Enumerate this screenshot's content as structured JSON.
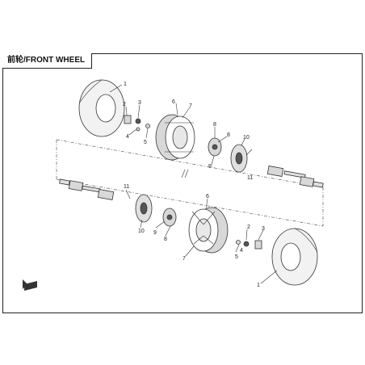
{
  "title": "前轮/FRONT WHEEL",
  "callouts": {
    "upper_tire": "1",
    "upper_nut": "2",
    "upper_hub_nut": "3",
    "upper_washer": "4",
    "upper_cotter": "5",
    "upper_valve": "6",
    "upper_rim": "7",
    "upper_stud": "8",
    "upper_hub": "9",
    "upper_disc": "10",
    "upper_bolt": "11",
    "lower_bolt": "11",
    "lower_disc": "10",
    "lower_hub": "9",
    "lower_stud": "8",
    "lower_valve": "6",
    "lower_rim": "7",
    "lower_hub_nut": "3",
    "lower_nut": "2",
    "lower_washer": "4",
    "lower_cotter": "5",
    "lower_tire": "1"
  },
  "colors": {
    "line": "#333333",
    "tire_fill": "#f2f2f2",
    "metal_fill": "#d8d8d8",
    "dark_fill": "#555555"
  },
  "icons": {
    "front_arrow": "front-direction-icon"
  }
}
